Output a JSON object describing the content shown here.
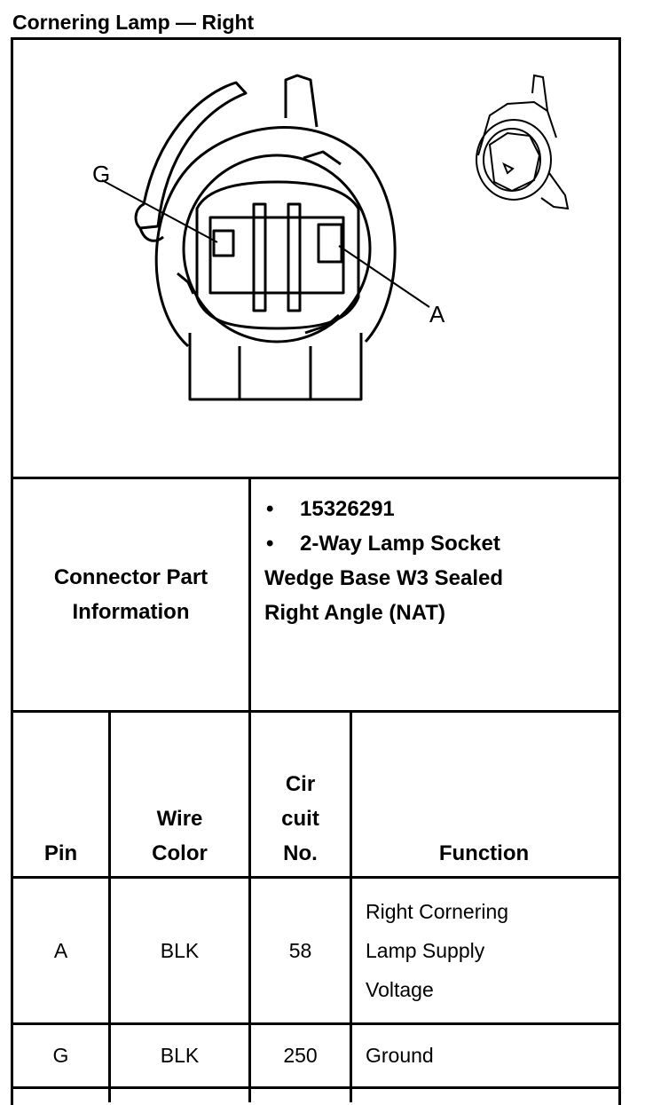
{
  "title": "Cornering Lamp — Right",
  "diagram": {
    "label_g": "G",
    "label_a": "A"
  },
  "connector": {
    "heading": "Connector Part Information",
    "bullets": [
      "15326291",
      "2-Way Lamp Socket"
    ],
    "details": [
      "Wedge Base W3 Sealed",
      "Right Angle (NAT)"
    ]
  },
  "table": {
    "headers": {
      "pin": "Pin",
      "wire_color": "Wire Color",
      "circuit_no": "Cir cuit No.",
      "function": "Function"
    },
    "rows": [
      {
        "pin": "A",
        "wire_color": "BLK",
        "circuit": "58",
        "function": "Right Cornering Lamp Supply Voltage"
      },
      {
        "pin": "G",
        "wire_color": "BLK",
        "circuit": "250",
        "function": "Ground"
      }
    ]
  }
}
